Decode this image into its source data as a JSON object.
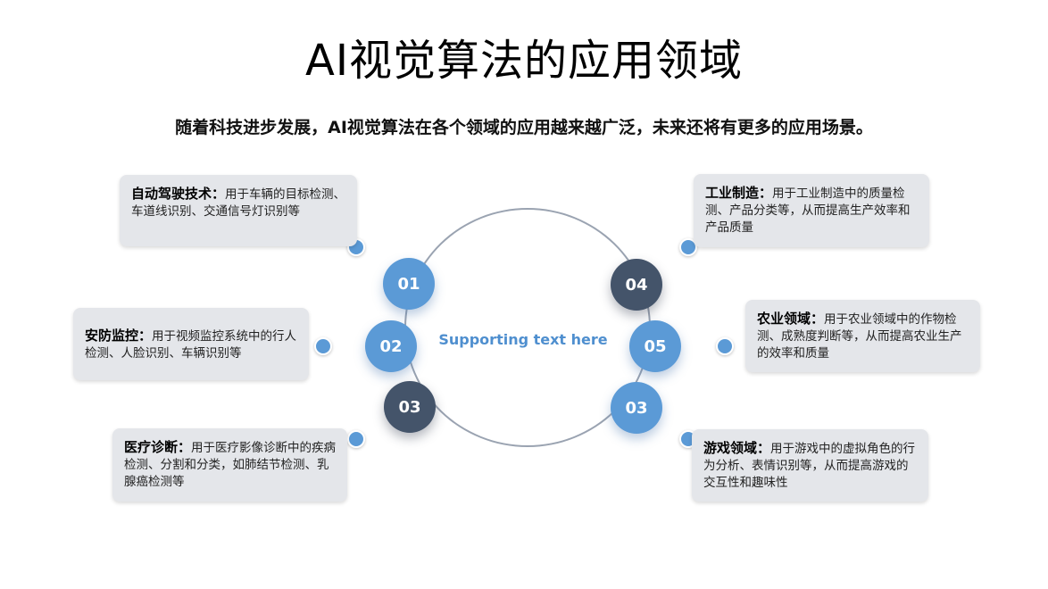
{
  "title": "AI视觉算法的应用领域",
  "subtitle": "随着科技进步发展，AI视觉算法在各个领域的应用越来越广泛，未来还将有更多的应用场景。",
  "center_text": "Supporting text here",
  "nodes": [
    "01",
    "02",
    "03",
    "04",
    "05",
    "03"
  ],
  "cards": {
    "autonomous": {
      "head": "自动驾驶技术：",
      "body": "用于车辆的目标检测、车道线识别、交通信号灯识别等"
    },
    "security": {
      "head": "安防监控：",
      "body": "用于视频监控系统中的行人检测、人脸识别、车辆识别等"
    },
    "medical": {
      "head": "医疗诊断：",
      "body": "用于医疗影像诊断中的疾病检测、分割和分类，如肺结节检测、乳腺癌检测等"
    },
    "industrial": {
      "head": "工业制造：",
      "body": "用于工业制造中的质量检测、产品分类等，从而提高生产效率和产品质量"
    },
    "agriculture": {
      "head": "农业领域：",
      "body": "用于农业领域中的作物检测、成熟度判断等，从而提高农业生产的效率和质量"
    },
    "gaming": {
      "head": "游戏领域：",
      "body": "用于游戏中的虚拟角色的行为分析、表情识别等，从而提高游戏的交互性和趣味性"
    }
  },
  "colors": {
    "accent_blue": "#5b9ad6",
    "accent_dark": "#44546a",
    "card_bg": "#e4e6ea",
    "center_text": "#4f8fcf"
  }
}
